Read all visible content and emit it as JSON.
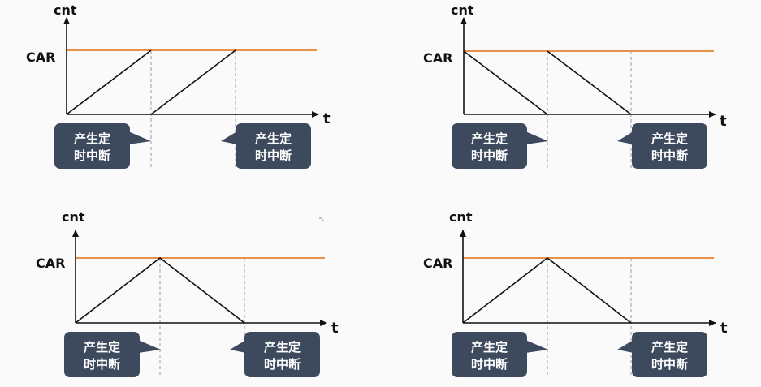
{
  "labels": {
    "y_axis": "cnt",
    "x_axis": "t",
    "car": "CAR",
    "callout_line1": "产生定",
    "callout_line2": "时中断"
  },
  "colors": {
    "car_line": "#e8914a",
    "axis": "#111111",
    "dashed": "#9a9a9a",
    "callout_bg": "#3d4a5e"
  },
  "panels": [
    {
      "id": "up-count",
      "mode": "up-sawtooth",
      "car_label": "CAR",
      "callouts": [
        "产生定\n时中断",
        "产生定\n时中断"
      ]
    },
    {
      "id": "down-count",
      "mode": "down-sawtooth",
      "car_label": "CAR",
      "callouts": [
        "产生定\n时中断",
        "产生定\n时中断"
      ]
    },
    {
      "id": "center-aligned-a",
      "mode": "triangle",
      "car_label": "CAR",
      "callouts": [
        "产生定\n时中断",
        "产生定\n时中断"
      ]
    },
    {
      "id": "center-aligned-b",
      "mode": "triangle",
      "car_label": "CAR",
      "callouts": [
        "产生定\n时中断",
        "产生定\n时中断"
      ]
    }
  ]
}
